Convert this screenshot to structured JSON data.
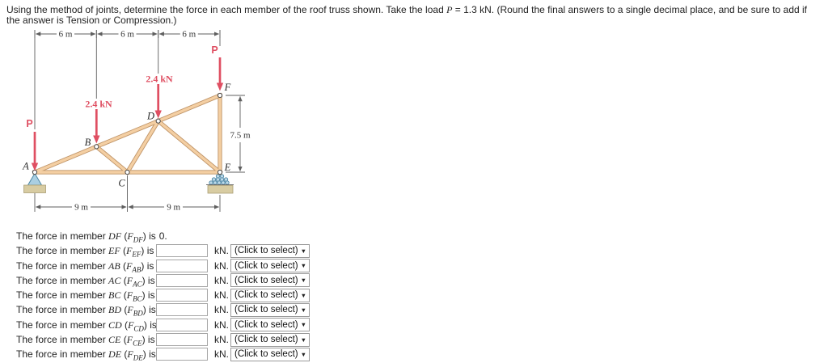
{
  "title": {
    "part1": "Using the method of joints, determine the force in each member of the roof truss shown. Take the load ",
    "p_symbol": "P",
    "part2": " = 1.3 kN. (Round the final answers to a single decimal place, and be sure to add if the answer is Tension or Compression.)"
  },
  "diagram": {
    "dim_6m": "6 m",
    "dim_9m": "9 m",
    "dim_height": "7.5 m",
    "load_label": "2.4 kN",
    "load_p": "P",
    "nodes": {
      "a": "A",
      "b": "B",
      "c": "C",
      "d": "D",
      "e": "E",
      "f": "F"
    },
    "colors": {
      "member_fill": "#f4cfa3",
      "member_outline": "#bf9468",
      "load_red": "#df4f62",
      "support_blue": "#aacfe2",
      "support_blue_stroke": "#4b86a4",
      "support_base": "#d8cca2",
      "dim_gray": "#5f5f5f"
    }
  },
  "form": {
    "prefix": "The force in member ",
    "force_symbol": "F",
    "open_paren": " (",
    "close_paren": ") is",
    "kn_label": "kN.",
    "select_label": "(Click to select)",
    "caret": "▼",
    "rows": [
      {
        "member": "DF",
        "result": "0."
      },
      {
        "member": "EF"
      },
      {
        "member": "AB"
      },
      {
        "member": "AC"
      },
      {
        "member": "BC"
      },
      {
        "member": "BD"
      },
      {
        "member": "CD"
      },
      {
        "member": "CE"
      },
      {
        "member": "DE"
      }
    ]
  }
}
